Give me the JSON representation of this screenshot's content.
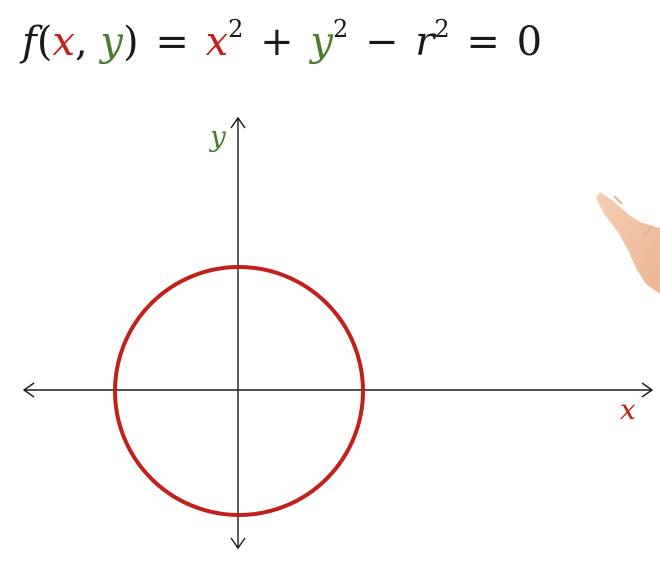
{
  "equation": {
    "f": "f",
    "open": "(",
    "x": "x",
    "comma": ",",
    "y": "y",
    "close": ")",
    "eq1": "=",
    "x2": "x",
    "exp_x": "2",
    "plus": "+",
    "y2": "y",
    "exp_y": "2",
    "minus": "−",
    "r": "r",
    "exp_r": "2",
    "eq2": "=",
    "zero": "0"
  },
  "axes": {
    "x_label": "x",
    "y_label": "y"
  },
  "colors": {
    "x_color": "#c0221b",
    "y_color": "#4f7a33",
    "circle_color": "#c0221b",
    "axis_color": "#1a1a1a"
  }
}
